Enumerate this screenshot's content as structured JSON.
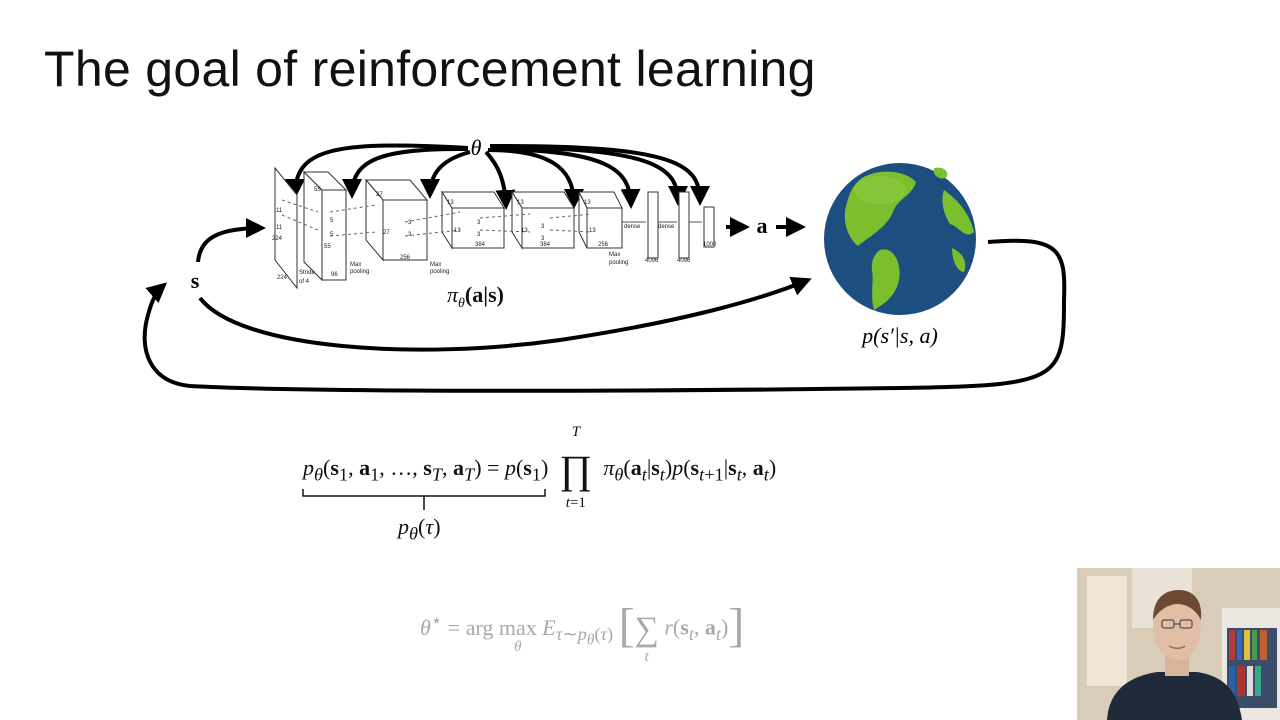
{
  "slide": {
    "title": "The goal of reinforcement learning"
  },
  "diagram": {
    "theta_symbol": "θ",
    "state_symbol": "s",
    "action_symbol": "a",
    "policy_label": "π",
    "policy_sub": "θ",
    "policy_args": "(a|s)",
    "dynamics_label": "p(s′|s, a)",
    "network": {
      "input_dims": [
        "11",
        "11",
        "224",
        "224"
      ],
      "stride_label": "Stride",
      "stride_of": "of 4",
      "conv1": [
        "55",
        "55",
        "96"
      ],
      "max_pooling": "Max",
      "pooling": "pooling",
      "conv2": [
        "27",
        "27",
        "256",
        "5",
        "5"
      ],
      "conv3": [
        "13",
        "13",
        "384",
        "3",
        "3"
      ],
      "conv4": [
        "13",
        "13",
        "384",
        "3",
        "3"
      ],
      "conv5": [
        "13",
        "13",
        "256",
        "3",
        "3"
      ],
      "dense_label": "dense",
      "fc_sizes": [
        "4096",
        "4096",
        "1000"
      ]
    },
    "colors": {
      "ocean": "#1c4e80",
      "land": "#7cbf2e",
      "arrow": "#000000"
    }
  },
  "equations": {
    "trajectory_lhs": "p_θ(s_1, a_1, …, s_T, a_T)",
    "trajectory_rhs": "= p(s_1) ∏_{t=1}^{T} π_θ(a_t|s_t) p(s_{t+1}|s_t, a_t)",
    "brace_label": "p_θ(τ)",
    "objective": "θ* = arg max_θ E_{τ∼p_θ(τ)} [ Σ_t r(s_t, a_t) ]",
    "objective_color": "#a9a9a9"
  }
}
